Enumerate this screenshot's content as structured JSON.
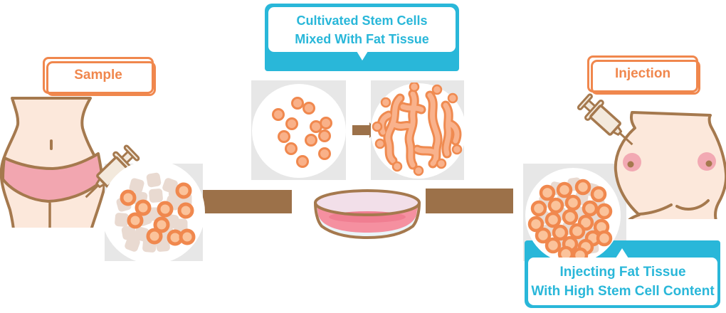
{
  "labels": {
    "sample": "Sample",
    "injection": "Injection"
  },
  "callouts": {
    "top": {
      "line1": "Cultivated Stem Cells",
      "line2": "Mixed With Fat Tissue"
    },
    "bottom": {
      "line1": "Injecting Fat Tissue",
      "line2": "With High Stem Cell Content"
    }
  },
  "colors": {
    "accent_cyan": "#29B7D9",
    "accent_orange": "#F0874D",
    "arrow_brown": "#9C7149",
    "outline_brown": "#A5794E",
    "skin": "#FCE8DB",
    "underwear_pink": "#F2A6B0",
    "tray_gray": "#E7E7E7",
    "tissue_beige": "#E9DAD1",
    "cell_fill": "#F9B189",
    "ring_fill": "#FBC39B",
    "dish_liquid_pink": "#F590A0"
  },
  "icons": {
    "abdomen": "female-abdomen-liposuction",
    "breast": "female-breast-injection",
    "syringe": "syringe",
    "petri_dish": "petri-dish",
    "process_arrow": "arrow-right"
  }
}
